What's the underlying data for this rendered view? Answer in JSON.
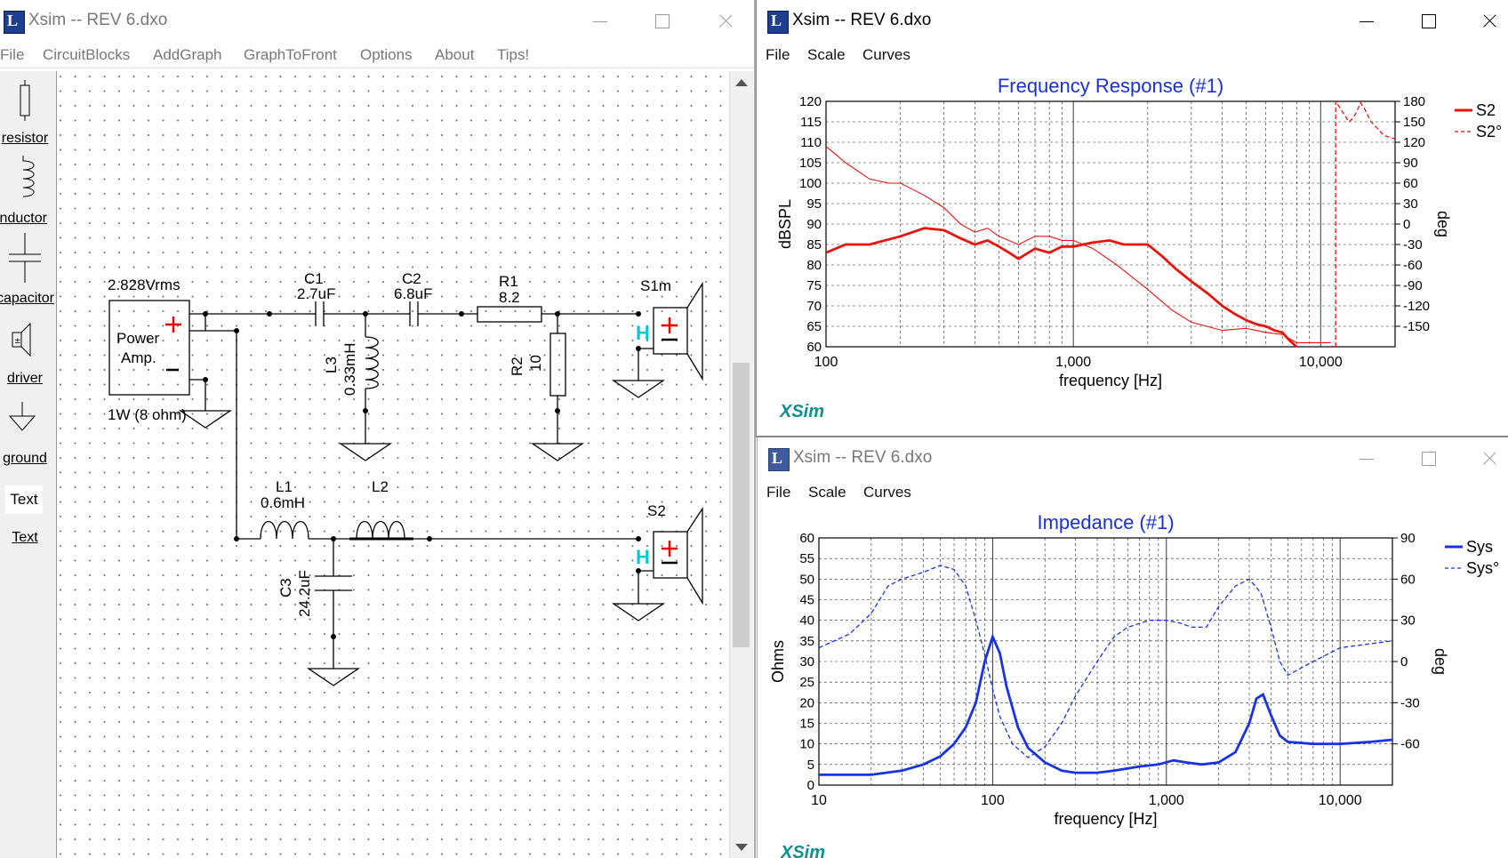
{
  "schematic_window": {
    "title": "Xsim -- REV 6.dxo",
    "menu": [
      "File",
      "CircuitBlocks",
      "AddGraph",
      "GraphToFront",
      "Options",
      "About",
      "Tips!"
    ],
    "palette": [
      "resistor",
      "inductor",
      "capacitor",
      "driver",
      "ground",
      "Text"
    ],
    "palette_text_preview": "Text",
    "components": {
      "amp_voltage": "2.828Vrms",
      "amp_label_1": "Power",
      "amp_label_2": "Amp.",
      "amp_rating": "1W (8 ohm)",
      "c1_name": "C1",
      "c1_value": "2.7uF",
      "c2_name": "C2",
      "c2_value": "6.8uF",
      "r1_name": "R1",
      "r1_value": "8.2",
      "r2_name": "R2",
      "r2_value": "10",
      "l3_name": "L3",
      "l3_value": "0.33mH",
      "l1_name": "L1",
      "l1_value": "0.6mH",
      "l2_name": "L2",
      "c3_name": "C3",
      "c3_value": "24.2uF",
      "s1_name": "S1m",
      "s2_name": "S2",
      "driver_h": "H"
    }
  },
  "freq_window": {
    "title": "Xsim -- REV 6.dxo",
    "menu": [
      "File",
      "Scale",
      "Curves"
    ],
    "brand": "XSim"
  },
  "imp_window": {
    "title": "Xsim -- REV 6.dxo",
    "menu": [
      "File",
      "Scale",
      "Curves"
    ],
    "brand": "XSim"
  },
  "chart_data": [
    {
      "type": "line",
      "title": "Frequency Response (#1)",
      "xlabel": "frequency [Hz]",
      "ylabel": "dBSPL",
      "y2label": "deg",
      "x_scale": "log",
      "xlim": [
        100,
        20000
      ],
      "ylim": [
        60,
        120
      ],
      "y2lim": [
        -180,
        180
      ],
      "x_ticks": [
        "100",
        "1,000",
        "10,000"
      ],
      "y_ticks": [
        60,
        65,
        70,
        75,
        80,
        85,
        90,
        95,
        100,
        105,
        110,
        115,
        120
      ],
      "y2_ticks": [
        -150,
        -120,
        -90,
        -60,
        -30,
        0,
        30,
        60,
        90,
        120,
        150,
        180
      ],
      "grid": true,
      "legend_position": "top-right",
      "series": [
        {
          "name": "S2",
          "axis": "left",
          "style": "solid",
          "color": "#e8140e",
          "x": [
            100,
            120,
            150,
            200,
            250,
            300,
            350,
            400,
            450,
            500,
            550,
            600,
            700,
            800,
            900,
            1000,
            1200,
            1400,
            1600,
            1800,
            2000,
            2300,
            2600,
            3000,
            3500,
            4000,
            4500,
            5000,
            5500,
            6000,
            6500,
            7000,
            7500,
            8000
          ],
          "y": [
            83,
            85,
            85,
            87,
            89,
            88.5,
            86.5,
            85,
            86,
            84.5,
            83,
            81.5,
            84,
            83,
            84.5,
            84.5,
            85.5,
            86,
            85,
            85,
            85,
            82,
            79,
            76,
            73,
            70,
            68,
            66.5,
            65.5,
            65,
            64,
            63.5,
            61.5,
            60
          ]
        },
        {
          "name": "S2°",
          "axis": "right",
          "style": "dashed",
          "color": "#e8140e",
          "x": [
            11500,
            11500,
            12000,
            12500,
            13000,
            13500,
            14000,
            14500,
            15000,
            16000,
            17000,
            18000,
            20000
          ],
          "y": [
            -180,
            180,
            170,
            160,
            150,
            155,
            165,
            178,
            170,
            150,
            140,
            130,
            125
          ]
        },
        {
          "name": "",
          "axis": "left",
          "style": "thin",
          "color": "#e8140e",
          "x": [
            100,
            120,
            150,
            180,
            200,
            250,
            300,
            350,
            400,
            450,
            500,
            600,
            700,
            800,
            900,
            1000,
            1200,
            1500,
            2000,
            2500,
            3000,
            4000,
            5000,
            6000,
            7000,
            8000,
            10000,
            11000
          ],
          "y": [
            109,
            105,
            101,
            100,
            100,
            97,
            94,
            90,
            88,
            89,
            87,
            85,
            87,
            87,
            86,
            86,
            84,
            80,
            74,
            69,
            66,
            64,
            64.5,
            63.5,
            63,
            61,
            61,
            61
          ]
        }
      ]
    },
    {
      "type": "line",
      "title": "Impedance (#1)",
      "xlabel": "frequency [Hz]",
      "ylabel": "Ohms",
      "y2label": "deg",
      "x_scale": "log",
      "xlim": [
        10,
        20000
      ],
      "ylim": [
        0,
        60
      ],
      "y2lim": [
        -90,
        90
      ],
      "x_ticks": [
        "10",
        "100",
        "1,000",
        "10,000"
      ],
      "y_ticks": [
        0,
        5,
        10,
        15,
        20,
        25,
        30,
        35,
        40,
        45,
        50,
        55,
        60
      ],
      "y2_ticks": [
        -60,
        -30,
        0,
        30,
        60,
        90
      ],
      "grid": true,
      "legend_position": "top-right",
      "series": [
        {
          "name": "Sys",
          "axis": "left",
          "style": "solid",
          "color": "#1832e6",
          "x": [
            10,
            20,
            30,
            40,
            50,
            60,
            70,
            80,
            90,
            100,
            110,
            120,
            140,
            160,
            200,
            250,
            300,
            400,
            500,
            700,
            900,
            1100,
            1300,
            1600,
            2000,
            2500,
            3000,
            3300,
            3600,
            4000,
            4500,
            5000,
            7000,
            10000,
            15000,
            20000
          ],
          "y": [
            2.5,
            2.5,
            3.5,
            5,
            7,
            10,
            14,
            20,
            30,
            36,
            32,
            24,
            14,
            9,
            5.5,
            3.5,
            3,
            3,
            3.5,
            4.5,
            5,
            6,
            5.5,
            5,
            5.5,
            8,
            15,
            21,
            22,
            17,
            12,
            10.5,
            10,
            10,
            10.5,
            11
          ]
        },
        {
          "name": "Sys°",
          "axis": "right",
          "style": "dashed",
          "color": "#1832e6",
          "x": [
            10,
            15,
            20,
            25,
            30,
            40,
            50,
            60,
            70,
            80,
            90,
            100,
            110,
            130,
            160,
            200,
            250,
            300,
            400,
            500,
            600,
            800,
            1000,
            1200,
            1400,
            1700,
            2000,
            2500,
            3000,
            3500,
            4000,
            4500,
            5000,
            7000,
            10000,
            20000
          ],
          "y": [
            10,
            20,
            35,
            55,
            60,
            65,
            70,
            67,
            55,
            30,
            5,
            -20,
            -40,
            -60,
            -70,
            -62,
            -45,
            -25,
            0,
            18,
            25,
            30,
            30,
            28,
            25,
            25,
            40,
            55,
            60,
            50,
            25,
            0,
            -10,
            0,
            10,
            15
          ]
        }
      ]
    }
  ]
}
